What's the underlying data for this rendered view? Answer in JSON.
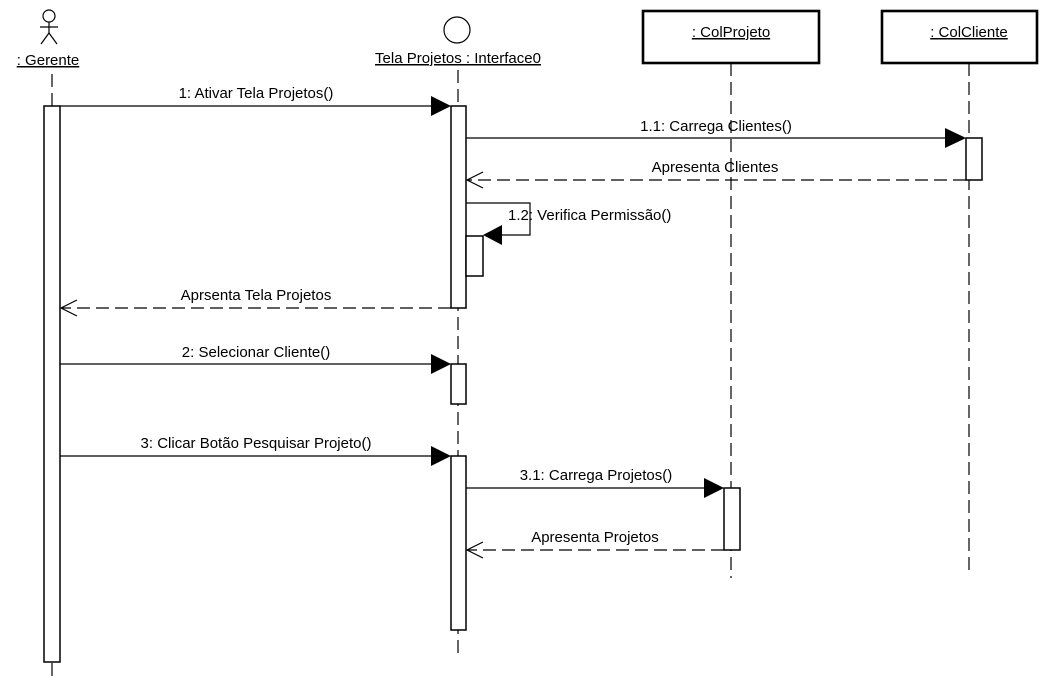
{
  "participants": [
    {
      "id": "gerente",
      "label": ": Gerente",
      "kind": "actor"
    },
    {
      "id": "tela",
      "label": "Tela Projetos : Interface0",
      "kind": "boundary"
    },
    {
      "id": "colprojeto",
      "label": ": ColProjeto",
      "kind": "object"
    },
    {
      "id": "colcliente",
      "label": ": ColCliente",
      "kind": "object"
    }
  ],
  "messages": [
    {
      "id": "m1",
      "label": "1: Ativar Tela Projetos()",
      "from": "gerente",
      "to": "tela",
      "type": "call"
    },
    {
      "id": "m1_1",
      "label": "1.1: Carrega Clientes()",
      "from": "tela",
      "to": "colcliente",
      "type": "call"
    },
    {
      "id": "m1_1r",
      "label": "Apresenta Clientes",
      "from": "colcliente",
      "to": "tela",
      "type": "return"
    },
    {
      "id": "m1_2",
      "label": "1.2: Verifica Permissão()",
      "from": "tela",
      "to": "tela",
      "type": "self-call"
    },
    {
      "id": "m1r",
      "label": "Aprsenta Tela Projetos",
      "from": "tela",
      "to": "gerente",
      "type": "return"
    },
    {
      "id": "m2",
      "label": "2: Selecionar Cliente()",
      "from": "gerente",
      "to": "tela",
      "type": "call"
    },
    {
      "id": "m3",
      "label": "3: Clicar Botão Pesquisar Projeto()",
      "from": "gerente",
      "to": "tela",
      "type": "call"
    },
    {
      "id": "m3_1",
      "label": "3.1: Carrega Projetos()",
      "from": "tela",
      "to": "colprojeto",
      "type": "call"
    },
    {
      "id": "m3_1r",
      "label": "Apresenta Projetos",
      "from": "colprojeto",
      "to": "tela",
      "type": "return"
    }
  ]
}
